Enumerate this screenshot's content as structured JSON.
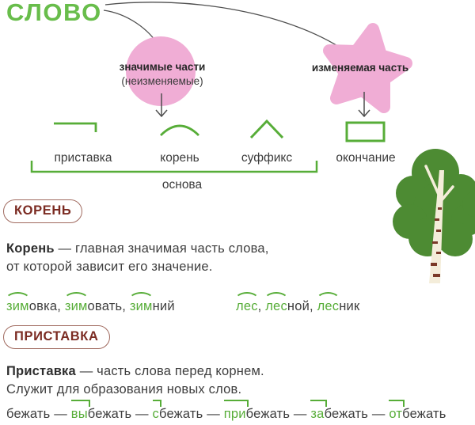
{
  "colors": {
    "title_green": "#68bd4b",
    "symbol_green": "#57ad38",
    "pink": "#f0add5",
    "badge_text": "#7b2b22",
    "badge_border": "#a06a5f",
    "body_text": "#3e3e3e",
    "connector_line": "#4f4f4f",
    "tree_foliage": "#4d8b33",
    "tree_trunk": "#f4edda",
    "tree_bark": "#7a3928"
  },
  "icons": {
    "prefix_symbol": "corner-mark",
    "root_symbol": "arc-mark",
    "suffix_symbol": "caret-mark",
    "ending_symbol": "rectangle-mark",
    "stem_bracket": "bottom-bracket",
    "decoration": "birch-tree"
  },
  "diagram": {
    "title": "СЛОВО",
    "significant": {
      "line1": "значимые части",
      "line2": "(неизменяемые)"
    },
    "changeable": {
      "label": "изменяемая часть"
    },
    "parts": {
      "pristavka": "приставка",
      "koren": "корень",
      "suffiks": "суффикс",
      "okonchanie": "окончание",
      "osnova": "основа"
    }
  },
  "koren_section": {
    "badge": "КОРЕНЬ",
    "definition": {
      "bold": "Корень",
      "line1_rest": " — главная значимая часть слова,",
      "line2": "от которой зависит его значение."
    },
    "examples_left": [
      {
        "root": "зим",
        "rest": "овка",
        "sep": ", "
      },
      {
        "root": "зим",
        "rest": "овать",
        "sep": ", "
      },
      {
        "root": "зим",
        "rest": "ний",
        "sep": ""
      }
    ],
    "examples_right": [
      {
        "root": "лес",
        "rest": "",
        "sep": ", "
      },
      {
        "root": "лес",
        "rest": "ной",
        "sep": ", "
      },
      {
        "root": "лес",
        "rest": "ник",
        "sep": ""
      }
    ]
  },
  "pristavka_section": {
    "badge": "ПРИСТАВКА",
    "definition": {
      "bold": "Приставка",
      "line1_rest": " — часть слова перед корнем.",
      "line2": "Служит для образования новых слов."
    },
    "separator": " — ",
    "chain": [
      {
        "prefix": "",
        "rest": "бежать"
      },
      {
        "prefix": "вы",
        "rest": "бежать"
      },
      {
        "prefix": "с",
        "rest": "бежать"
      },
      {
        "prefix": "при",
        "rest": "бежать"
      },
      {
        "prefix": "за",
        "rest": "бежать"
      },
      {
        "prefix": "от",
        "rest": "бежать"
      }
    ]
  }
}
